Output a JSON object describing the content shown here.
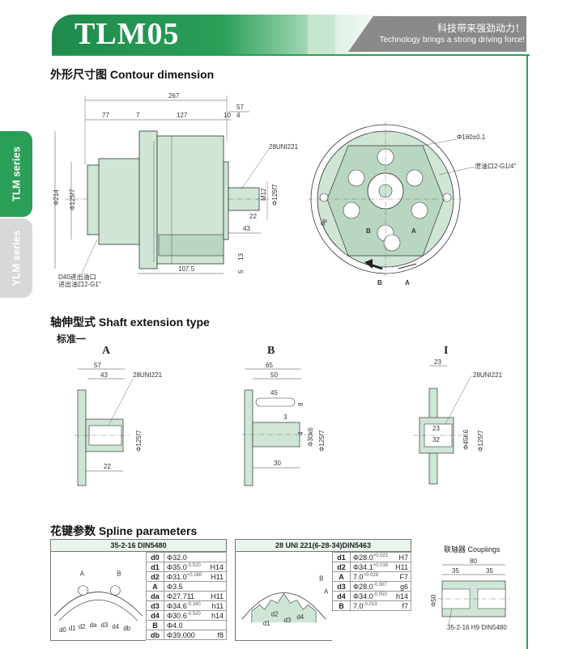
{
  "header": {
    "title": "TLM05",
    "slogan_cn": "科技带来强劲动力！",
    "slogan_en": "Technology brings a strong driving force!"
  },
  "side_tabs": {
    "active": "TLM series",
    "inactive": "YLM series"
  },
  "sections": {
    "contour": "外形尺寸图  Contour dimension",
    "shaft": "轴伸型式  Shaft extension type",
    "shaft_sub": "标准一",
    "spline": "花键参数  Spline parameters"
  },
  "contour": {
    "dims": [
      "267",
      "77",
      "7",
      "127",
      "10",
      "4",
      "57",
      "28UNI221",
      "Φ214",
      "Φ125f7",
      "M12",
      "Φ125f7",
      "22",
      "43",
      "107.5",
      "5",
      "13"
    ],
    "ports_note_1": "D40进出油口",
    "ports_note_2": "进出油口2-G1\"",
    "front_dia": "Φ160±0.1",
    "drain_port": "泄油口2-G1/4\"",
    "angle": "96",
    "label_a": "A",
    "label_b": "B"
  },
  "shaft_types": {
    "A": {
      "letter": "A",
      "dims": [
        "57",
        "43",
        "28UNI221",
        "Φ125f7",
        "22"
      ]
    },
    "B": {
      "letter": "B",
      "dims": [
        "65",
        "50",
        "45",
        "8",
        "3",
        "4",
        "Φ30k6",
        "Φ125f7",
        "30"
      ]
    },
    "I": {
      "letter": "I",
      "dims": [
        "23",
        "28UNI221",
        "23",
        "32",
        "Φ45K6",
        "Φ125f7"
      ]
    }
  },
  "spline_left": {
    "title": "35-2-16  DIN5480",
    "rows": [
      {
        "k": "d0",
        "v": "Φ32.0",
        "tol": "",
        "cls": ""
      },
      {
        "k": "d1",
        "v": "Φ35.0",
        "tol": "-0.520",
        "cls": "H14"
      },
      {
        "k": "d2",
        "v": "Φ31.0",
        "tol": "+0.160",
        "cls": "H11"
      },
      {
        "k": "A",
        "v": "Φ3.5",
        "tol": "",
        "cls": ""
      },
      {
        "k": "da",
        "v": "Φ27.711",
        "tol": "",
        "cls": "H11"
      },
      {
        "k": "d3",
        "v": "Φ34.6",
        "tol": "-0.160",
        "cls": "h11"
      },
      {
        "k": "d4",
        "v": "Φ30.6",
        "tol": "-0.520",
        "cls": "h14"
      },
      {
        "k": "B",
        "v": "Φ4.0",
        "tol": "",
        "cls": ""
      },
      {
        "k": "db",
        "v": "Φ39.000",
        "tol": "",
        "cls": "f8"
      }
    ],
    "fig_labels": [
      "A",
      "B",
      "d0",
      "d1",
      "d2",
      "da",
      "d3",
      "d4",
      "db"
    ]
  },
  "spline_right": {
    "title": "28 UNI 221(6-28-34)DIN5463",
    "rows": [
      {
        "k": "d1",
        "v": "Φ28.0",
        "tol": "+0.021",
        "cls": "H7"
      },
      {
        "k": "d2",
        "v": "Φ34.1",
        "tol": "+0.016",
        "cls": "H11"
      },
      {
        "k": "A",
        "v": "7.0",
        "tol": "+0.028",
        "cls": "F7"
      },
      {
        "k": "d3",
        "v": "Φ28.0",
        "tol": "-0.007",
        "cls": "g6"
      },
      {
        "k": "d4",
        "v": "Φ34.0",
        "tol": "-0.050",
        "cls": "h14"
      },
      {
        "k": "B",
        "v": "7.0",
        "tol": "-0.013",
        "cls": "f7"
      }
    ],
    "fig_labels": [
      "d2",
      "d1",
      "d3",
      "d4",
      "B",
      "A"
    ]
  },
  "couplings": {
    "title": "联轴器  Couplings",
    "dims": [
      "80",
      "35",
      "35",
      "Φ50"
    ],
    "note": "35-2-16 H9 DIN5480"
  },
  "colors": {
    "brand_green": "#2a9f58",
    "part_fill": "#cfe6d6",
    "header_gray": "#8a8a8a"
  }
}
